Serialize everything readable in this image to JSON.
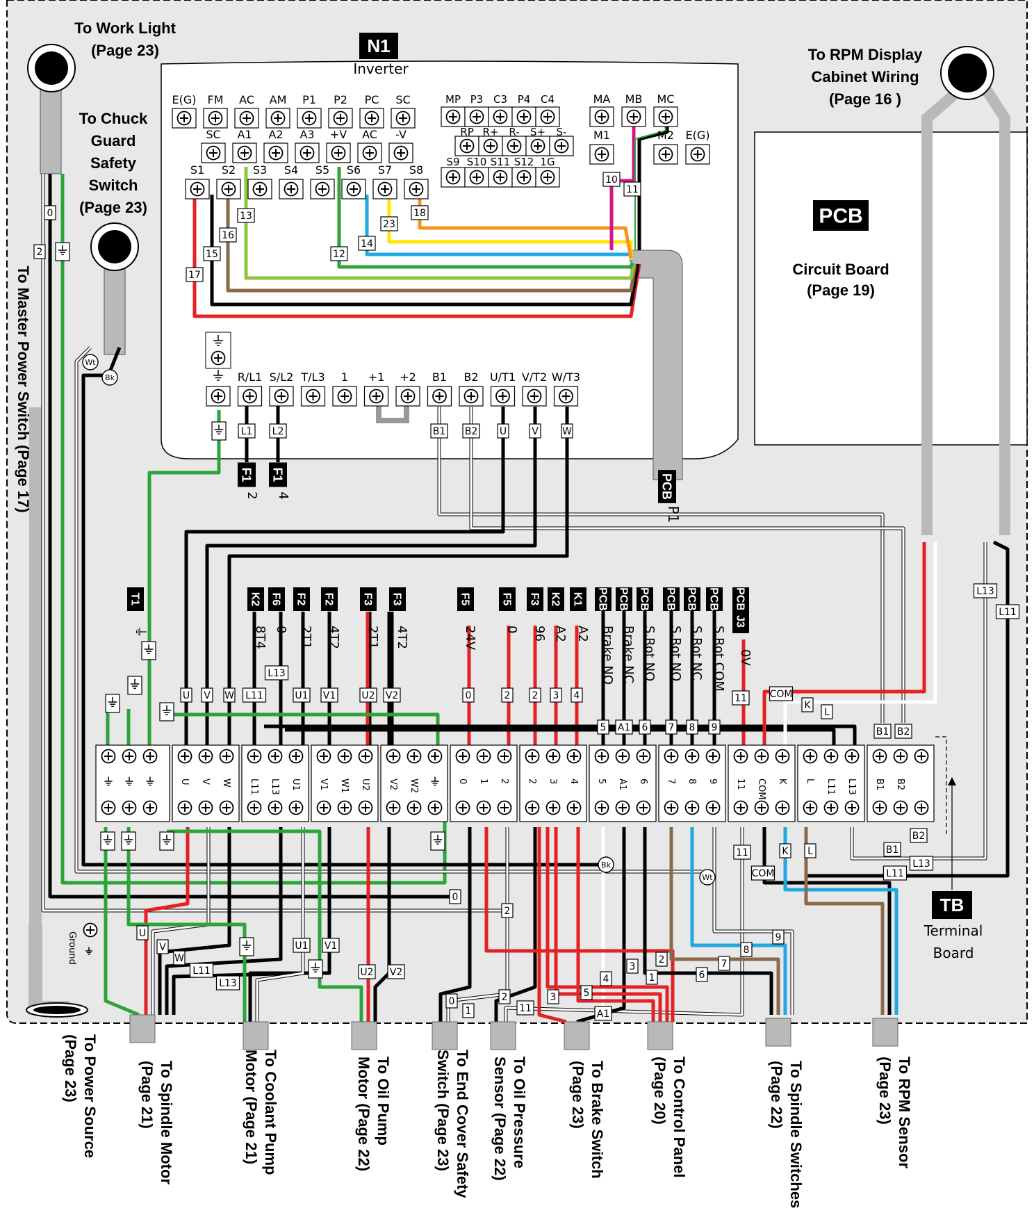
{
  "inverter": {
    "badge": "N1",
    "title": "Inverter",
    "row1": [
      "E(G)",
      "FM",
      "AC",
      "AM",
      "P1",
      "P2",
      "PC",
      "SC"
    ],
    "row2": [
      "SC",
      "A1",
      "A2",
      "A3",
      "+V",
      "AC",
      "-V"
    ],
    "row3": [
      "S1",
      "S2",
      "S3",
      "S4",
      "S5",
      "S6",
      "S7",
      "S8"
    ],
    "blockB1": [
      "MP",
      "P3",
      "C3",
      "P4",
      "C4"
    ],
    "blockB2": [
      "RP",
      "R+",
      "R-",
      "S+",
      "S-"
    ],
    "blockB3": [
      "S9",
      "S10",
      "S11",
      "S12",
      "1G"
    ],
    "relay1": [
      "MA",
      "MB",
      "MC"
    ],
    "relay2": [
      "M1",
      "M2",
      "E(G)"
    ],
    "power": [
      "⏚",
      "R/L1",
      "S/L2",
      "T/L3",
      "1",
      "+1",
      "+2",
      "B1",
      "B2",
      "U/T1",
      "V/T2",
      "W/T3"
    ]
  },
  "wire_tags_inv": {
    "w17": "17",
    "w15": "15",
    "w16": "16",
    "w13": "13",
    "w12": "12",
    "w14": "14",
    "w23": "23",
    "w18": "18",
    "w10": "10",
    "w11": "11"
  },
  "power_tags": [
    "L1",
    "L2",
    "B1",
    "B2",
    "U",
    "V",
    "W"
  ],
  "fuses": [
    {
      "badge": "F1",
      "num": "2"
    },
    {
      "badge": "F1",
      "num": "4"
    }
  ],
  "pcb_p1": {
    "badge": "PCB",
    "text": "P1"
  },
  "pcb": {
    "badge": "PCB",
    "title": "Circuit Board",
    "page": "(Page 19)"
  },
  "callouts": {
    "work_light": [
      "To Work Light",
      "(Page 23)"
    ],
    "chuck_guard": [
      "To Chuck",
      "Guard",
      "Safety",
      "Switch",
      "(Page 23)"
    ],
    "rpm_display": [
      "To RPM Display",
      "Cabinet Wiring",
      "(Page 16 )"
    ],
    "master_power": "To Master Power Switch (Page 17)"
  },
  "wt": "Wt",
  "bk": "Bk",
  "upper_labels": [
    {
      "badges": [
        "T1"
      ],
      "text": "⏚"
    },
    {
      "badges": [
        "K2"
      ],
      "text": "8T4"
    },
    {
      "badges": [
        "F6"
      ],
      "text": "0"
    },
    {
      "badges": [
        "F2"
      ],
      "text": "2T1"
    },
    {
      "badges": [
        "F2"
      ],
      "text": "4T2"
    },
    {
      "badges": [
        "F3"
      ],
      "text": "2T1"
    },
    {
      "badges": [
        "F3"
      ],
      "text": "4T2"
    },
    {
      "badges": [
        "F5"
      ],
      "text": "24V"
    },
    {
      "badges": [
        "F5"
      ],
      "text": "0"
    },
    {
      "badges": [
        "F3"
      ],
      "text": "96"
    },
    {
      "badges": [
        "K2"
      ],
      "text": "A2"
    },
    {
      "badges": [
        "K1"
      ],
      "text": "A2"
    },
    {
      "badges": [
        "PCB"
      ],
      "text": "Brake NO"
    },
    {
      "badges": [
        "PCB"
      ],
      "text": "Brake NC"
    },
    {
      "badges": [
        "PCB"
      ],
      "text": "S.Rot NO"
    },
    {
      "badges": [
        "PCB"
      ],
      "text": "S.Rot NO"
    },
    {
      "badges": [
        "PCB"
      ],
      "text": "S.Rot NC"
    },
    {
      "badges": [
        "PCB"
      ],
      "text": "S.Rot COM"
    },
    {
      "badges": [
        "PCB",
        "J3"
      ],
      "text": "0V"
    }
  ],
  "terminal_labels": [
    "⏚",
    "⏚",
    "⏚",
    "U",
    "V",
    "W",
    "L11",
    "L13",
    "U1",
    "V1",
    "W1",
    "U2",
    "V2",
    "W2",
    "⏚",
    "0",
    "1",
    "2",
    "2",
    "3",
    "4",
    "5",
    "A1",
    "6",
    "7",
    "8",
    "9",
    "11",
    "COM",
    "K",
    "L",
    "L11",
    "L13",
    "B1",
    "B2"
  ],
  "tb_tags_top": [
    "U",
    "V",
    "W",
    "L11",
    "L13",
    "U1",
    "V1",
    "U2",
    "V2",
    "0",
    "2",
    "2",
    "3",
    "4",
    "5",
    "A1",
    "6",
    "7",
    "8",
    "9",
    "11",
    "COM",
    "K",
    "L",
    "B1",
    "B2",
    "L13",
    "L11"
  ],
  "tb_tags_bottom": [
    "U",
    "V",
    "W",
    "L11",
    "L13",
    "U1",
    "V1",
    "U2",
    "V2",
    "0",
    "1",
    "2",
    "11",
    "3",
    "5",
    "A1",
    "4",
    "3",
    "2",
    "1",
    "6",
    "7",
    "8",
    "9",
    "11",
    "COM",
    "K",
    "L",
    "L11",
    "L13",
    "B1",
    "B2",
    "0",
    "2"
  ],
  "ground_label": "Ground",
  "tb": {
    "badge": "TB",
    "title": "Terminal",
    "sub": "Board"
  },
  "bottom_callouts": [
    [
      "To Power Source",
      "(Page 23)"
    ],
    [
      "To Spindle Motor",
      "(Page 21)"
    ],
    [
      "To Coolant Pump",
      "Motor (Page 21)"
    ],
    [
      "To Oil Pump",
      "Motor (Page 22)"
    ],
    [
      "To End Cover Safety",
      "Switch (Page 23)"
    ],
    [
      "To Oil Pressure",
      "Sensor (Page 22)"
    ],
    [
      "To Brake Switch",
      "(Page 23)"
    ],
    [
      "To Control Panel",
      "(Page 20)"
    ],
    [
      "To Spindle Switches",
      "(Page 22)"
    ],
    [
      "To RPM Sensor",
      "(Page 23)"
    ]
  ],
  "colors": {
    "red": "#e42124",
    "green": "#2ca43a",
    "lime": "#8cc63f",
    "brown": "#8b6a4c",
    "blue": "#1fa9e1",
    "yellow": "#ffe500",
    "orange": "#f7941d",
    "magenta": "#d4148a",
    "panel": "#e8e8e8",
    "gray": "#b9b9b9"
  }
}
